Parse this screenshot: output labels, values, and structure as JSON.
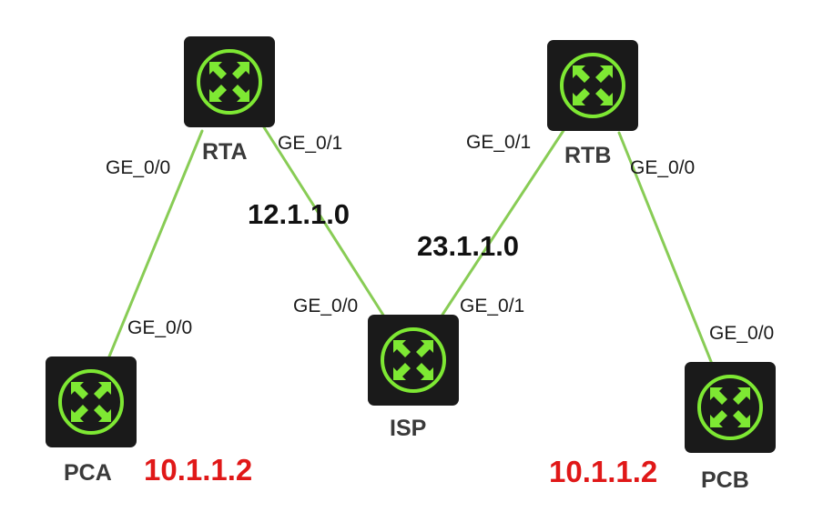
{
  "devices": {
    "rta": {
      "name": "RTA"
    },
    "rtb": {
      "name": "RTB"
    },
    "isp": {
      "name": "ISP"
    },
    "pca": {
      "name": "PCA"
    },
    "pcb": {
      "name": "PCB"
    }
  },
  "links": {
    "pca_rta": {
      "pca_iface": "GE_0/0",
      "rta_iface": "GE_0/0"
    },
    "rta_isp": {
      "rta_iface": "GE_0/1",
      "isp_iface": "GE_0/0",
      "network": "12.1.1.0"
    },
    "isp_rtb": {
      "isp_iface": "GE_0/1",
      "rtb_iface": "GE_0/1",
      "network": "23.1.1.0"
    },
    "rtb_pcb": {
      "rtb_iface": "GE_0/0",
      "pcb_iface": "GE_0/0"
    }
  },
  "addresses": {
    "pca": "10.1.1.2",
    "pcb": "10.1.1.2"
  },
  "colors": {
    "router_icon": "#7ee833",
    "link": "#88cc55",
    "address_text": "#e01818"
  },
  "icons": {
    "router": "router-icon"
  }
}
